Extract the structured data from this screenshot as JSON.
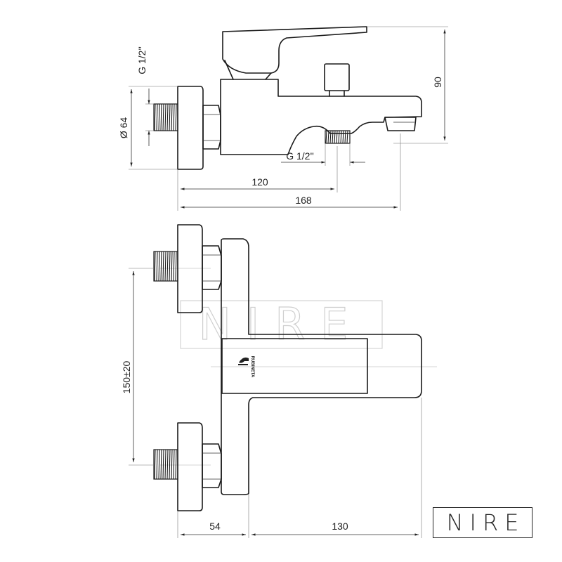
{
  "brand": {
    "logo_text": "NIRE",
    "watermark_text": "NIRE"
  },
  "side_view": {
    "dims": {
      "inlet_thread": "G 1/2''",
      "flange_diameter": "Ø 64",
      "outlet_thread": "G 1/2''",
      "height": "90",
      "to_outlet": "120",
      "overall_depth": "168"
    }
  },
  "front_view": {
    "dims": {
      "inlet_spacing": "150±20",
      "wall_offset": "54",
      "projection": "130"
    },
    "emblem_text": "RUBINETA",
    "emblem_icon": "tap-logo-icon"
  }
}
